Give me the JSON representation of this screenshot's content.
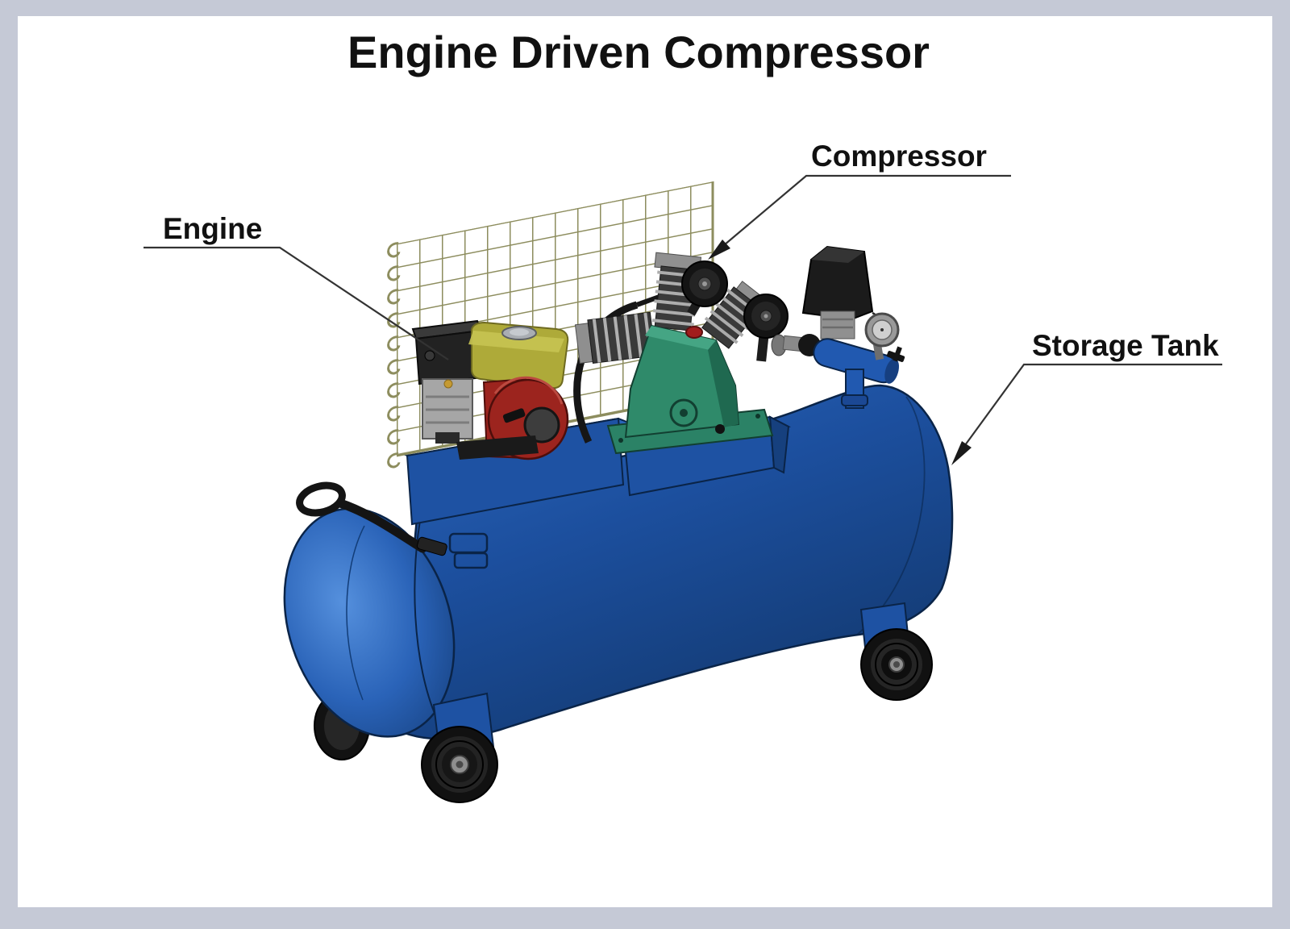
{
  "page": {
    "frame_color": "#c5c9d6",
    "background": "#ffffff"
  },
  "diagram": {
    "title": "Engine Driven Compressor",
    "labels": {
      "engine": "Engine",
      "compressor": "Compressor",
      "storage_tank": "Storage Tank"
    },
    "colors": {
      "text": "#111111",
      "leader_line": "#333333",
      "mesh_wire": "#8d8d5e",
      "tank_blue": "#1c4f9e",
      "tank_highlight": "#5590dd",
      "platform_blue": "#1e52a3",
      "platform_top_blue": "#2a64b8",
      "pipe_blue": "#2159b0",
      "compressor_green": "#2f8a6a",
      "compressor_green_dark": "#1f6950",
      "engine_red": "#9c241e",
      "fuel_tank_olive": "#aeaa39",
      "metal_gray": "#9a9a9a",
      "black_parts": "#1b1b1b"
    }
  }
}
